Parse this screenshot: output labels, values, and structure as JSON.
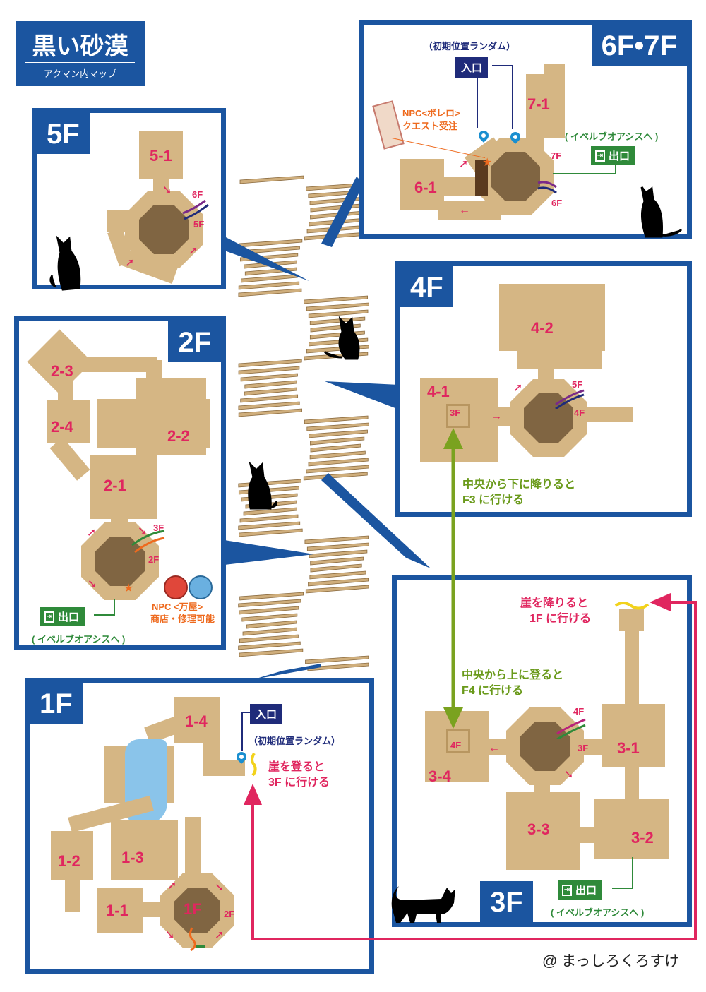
{
  "title": {
    "main": "黒い砂漠",
    "sub": "アクマン内マップ"
  },
  "floors": {
    "f67": {
      "tag": "6F•7F",
      "rooms": [
        "7-1",
        "6-1"
      ],
      "floor_marks": [
        "7F",
        "6F"
      ],
      "entry_note": "（初期位置ランダム）",
      "entry_label": "入口",
      "npc_label": "NPC<ボレロ>",
      "npc_sub": "クエスト受注",
      "exit_label": "出口",
      "exit_note": "( イベルブオアシスへ )"
    },
    "f5": {
      "tag": "5F",
      "rooms": [
        "5-1"
      ],
      "floor_marks": [
        "6F",
        "5F"
      ]
    },
    "f4": {
      "tag": "4F",
      "rooms": [
        "4-2",
        "4-1"
      ],
      "floor_marks": [
        "5F",
        "4F"
      ],
      "inner_mark": "3F",
      "note_line1": "中央から下に降りると",
      "note_line2": "F3 に行ける"
    },
    "f2": {
      "tag": "2F",
      "rooms": [
        "2-3",
        "2-4",
        "2-2",
        "2-1"
      ],
      "floor_marks": [
        "3F",
        "2F"
      ],
      "exit_label": "出口",
      "exit_note": "( イベルブオアシスへ )",
      "npc_label": "NPC <万屋>",
      "npc_sub": "商店・修理可能"
    },
    "f3": {
      "tag": "3F",
      "rooms": [
        "3-1",
        "3-4",
        "3-3",
        "3-2"
      ],
      "floor_marks": [
        "4F",
        "3F"
      ],
      "inner_mark": "4F",
      "note_up_1": "中央から上に登ると",
      "note_up_2": "F4 に行ける",
      "note_cliff_1": "崖を降りると",
      "note_cliff_2": "1F に行ける",
      "exit_label": "出口",
      "exit_note": "( イベルブオアシスへ )"
    },
    "f1": {
      "tag": "1F",
      "rooms": [
        "1-4",
        "1-3",
        "1-2",
        "1-1"
      ],
      "center_label": "1F",
      "floor_marks": [
        "2F"
      ],
      "entry_label": "入口",
      "entry_note": "（初期位置ランダム）",
      "cliff_1": "崖を登ると",
      "cliff_2": "3F に行ける"
    }
  },
  "credit": "@ まっしろくろすけ",
  "colors": {
    "frame": "#1b55a0",
    "floor": "#d5b684",
    "center": "#806542",
    "room_label": "#e0265f",
    "exit": "#2f8a3a",
    "entry": "#1f2b7a",
    "route_green": "#7aa21f",
    "route_red": "#e0265f",
    "water": "#8ac4ea"
  },
  "icons": [
    "scroll-icon",
    "potion-icon",
    "cat-silhouette",
    "location-pin-icon",
    "exit-sign-icon",
    "star-icon",
    "arrow-icon",
    "spiral-stairs"
  ]
}
